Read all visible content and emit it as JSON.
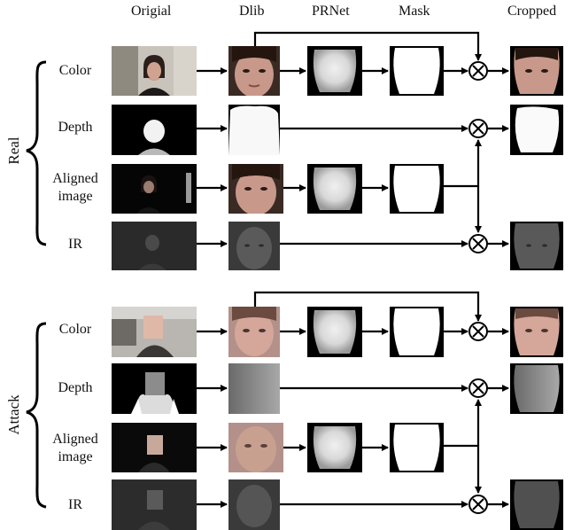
{
  "headers": {
    "original": "Origial",
    "dlib": "Dlib",
    "prnet": "PRNet",
    "mask": "Mask",
    "cropped": "Cropped"
  },
  "groups": {
    "real": "Real",
    "attack": "Attack"
  },
  "rows": {
    "color": "Color",
    "depth": "Depth",
    "aligned_line1": "Aligned",
    "aligned_line2": "image",
    "ir": "IR"
  },
  "operator_symbol": "⊗"
}
